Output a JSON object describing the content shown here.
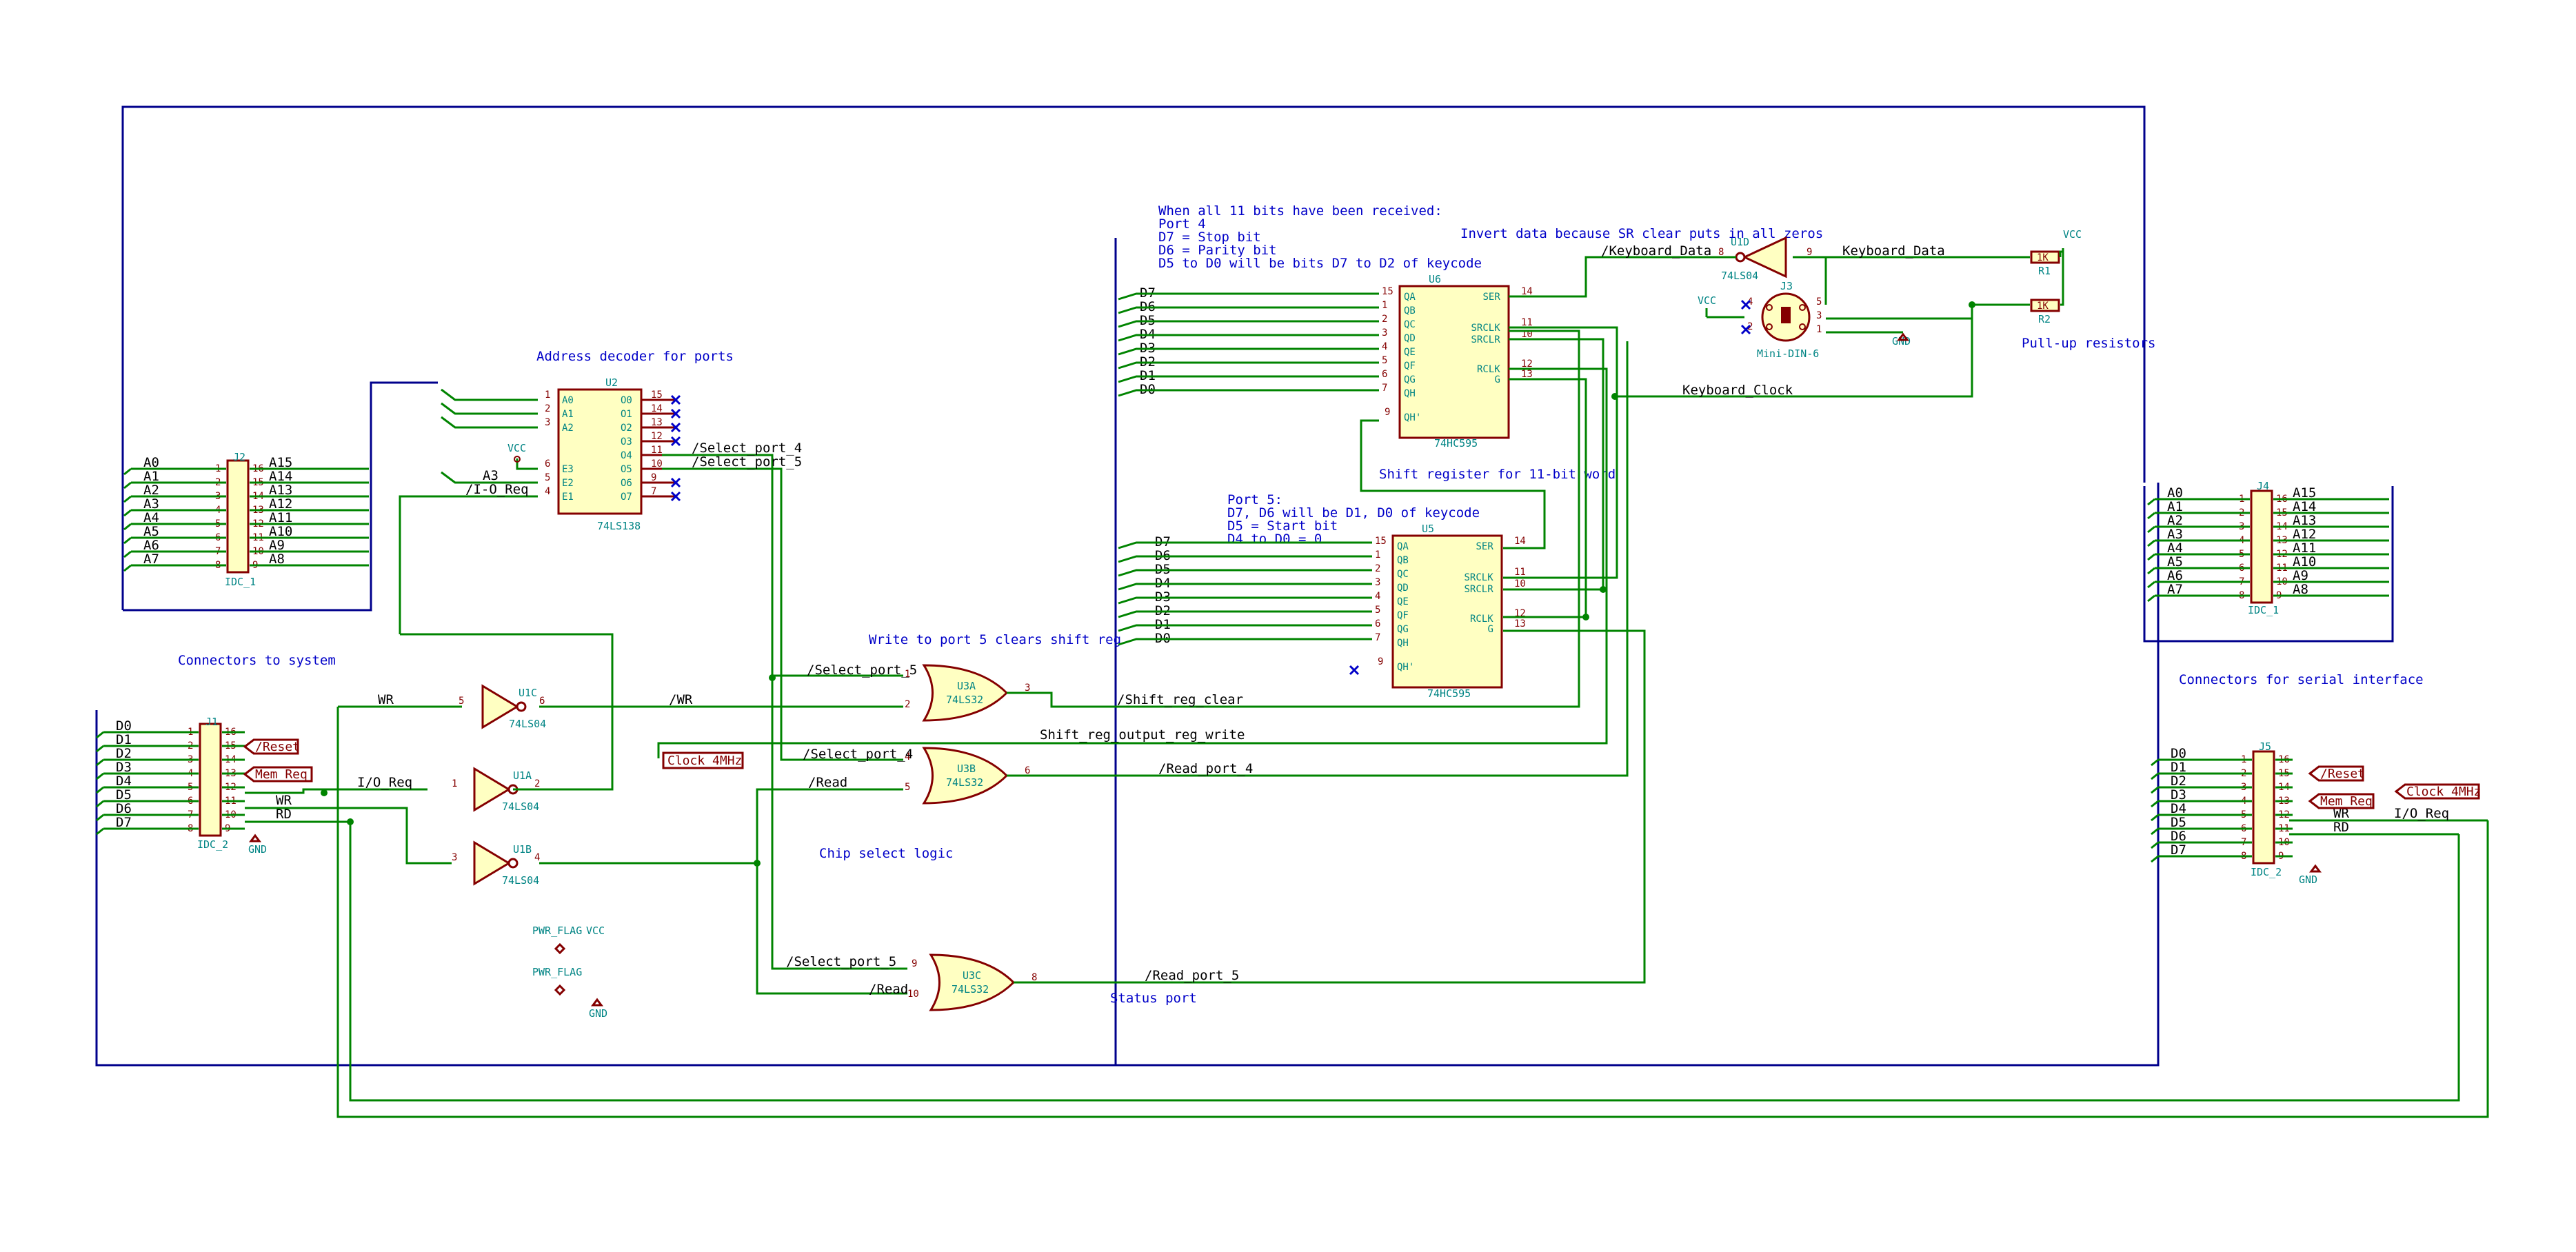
{
  "notes": {
    "address_decoder": "Address decoder for ports",
    "connectors_system": "Connectors to system",
    "connectors_serial": "Connectors for serial interface",
    "write_port5": "Write to port 5 clears shift reg",
    "chip_select": "Chip select logic",
    "status_port": "Status port",
    "shift_register": "Shift register for 11-bit word",
    "invert_data": "Invert data because SR clear puts in all zeros",
    "pullups": "Pull-up resistors",
    "port4": [
      "When all 11 bits have been received:",
      "Port 4",
      "D7 = Stop bit",
      "D6 = Parity bit",
      "D5 to D0 will be bits D7 to D2 of keycode"
    ],
    "port5": [
      "Port 5:",
      "D7, D6 will be D1, D0 of keycode",
      "D5 = Start bit",
      "D4 to D0 = 0"
    ]
  },
  "nets": {
    "select_port_4": "/Select_port_4",
    "select_port_5": "/Select_port_5",
    "io_req": "/I-O_Req",
    "io_req2": "I/O_Req",
    "wr": "WR",
    "nwr": "/WR",
    "rd": "RD",
    "read": "/Read",
    "shift_reg_clear": "/Shift_reg_clear",
    "shift_reg_output_write": "Shift_reg_output_reg_write",
    "read_port_4": "/Read_port_4",
    "read_port_5": "/Read_port_5",
    "keyboard_data_inv": "/Keyboard_Data",
    "keyboard_data": "Keyboard_Data",
    "keyboard_clock": "Keyboard_Clock",
    "a3": "A3"
  },
  "labels": {
    "reset": "/Reset",
    "mem_req": "Mem_Req",
    "clock": "Clock_4MHz"
  },
  "parts": {
    "u2": {
      "ref": "U2",
      "value": "74LS138"
    },
    "u6": {
      "ref": "U6",
      "value": "74HC595"
    },
    "u5": {
      "ref": "U5",
      "value": "74HC595"
    },
    "u3a": {
      "ref": "U3A",
      "value": "74LS32"
    },
    "u3b": {
      "ref": "U3B",
      "value": "74LS32"
    },
    "u3c": {
      "ref": "U3C",
      "value": "74LS32"
    },
    "u1a": {
      "ref": "U1A",
      "value": "74LS04"
    },
    "u1b": {
      "ref": "U1B",
      "value": "74LS04"
    },
    "u1c": {
      "ref": "U1C",
      "value": "74LS04"
    },
    "u1d": {
      "ref": "U1D",
      "value": "74LS04"
    },
    "j1": {
      "ref": "J1",
      "value": "IDC_2"
    },
    "j2": {
      "ref": "J2",
      "value": "IDC_1"
    },
    "j4": {
      "ref": "J4",
      "value": "IDC_1"
    },
    "j5": {
      "ref": "J5",
      "value": "IDC_2"
    },
    "j3": {
      "ref": "J3",
      "value": "Mini-DIN-6"
    },
    "r1": {
      "ref": "R1",
      "value": "1K"
    },
    "r2": {
      "ref": "R2",
      "value": "1K"
    }
  },
  "power": {
    "vcc": "VCC",
    "gnd": "GND",
    "pwr_flag": "PWR_FLAG"
  }
}
